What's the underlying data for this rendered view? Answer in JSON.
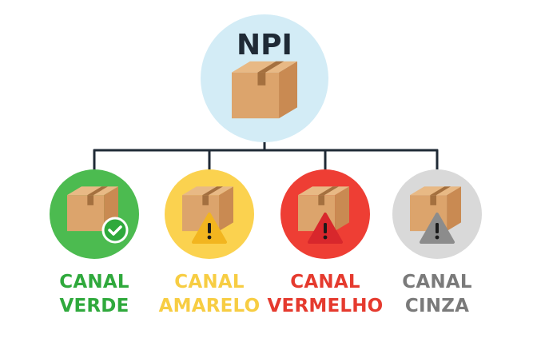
{
  "root": {
    "title": "NPI",
    "icon": "box-icon"
  },
  "channels": [
    {
      "line1": "CANAL",
      "line2": "VERDE",
      "color": "#2fa93c",
      "circle": "#4cbb50",
      "badge": "check-icon",
      "badge_color": "#2fa93c"
    },
    {
      "line1": "CANAL",
      "line2": "AMARELO",
      "color": "#f7cd43",
      "circle": "#fbd24f",
      "badge": "warning-icon",
      "badge_color": "#f2b51f"
    },
    {
      "line1": "CANAL",
      "line2": "VERMELHO",
      "color": "#e53a2e",
      "circle": "#ee3e34",
      "badge": "warning-icon",
      "badge_color": "#d8272c"
    },
    {
      "line1": "CANAL",
      "line2": "CINZA",
      "color": "#7a7a7a",
      "circle": "#d9d9d9",
      "badge": "warning-icon",
      "badge_color": "#8c8c8c"
    }
  ],
  "colors": {
    "root_circle": "#d3ecf6",
    "connector": "#1f2a36",
    "box_main": "#dca46c",
    "box_side": "#c98a52",
    "box_top": "#e8b985",
    "box_tape": "#a4703f"
  }
}
